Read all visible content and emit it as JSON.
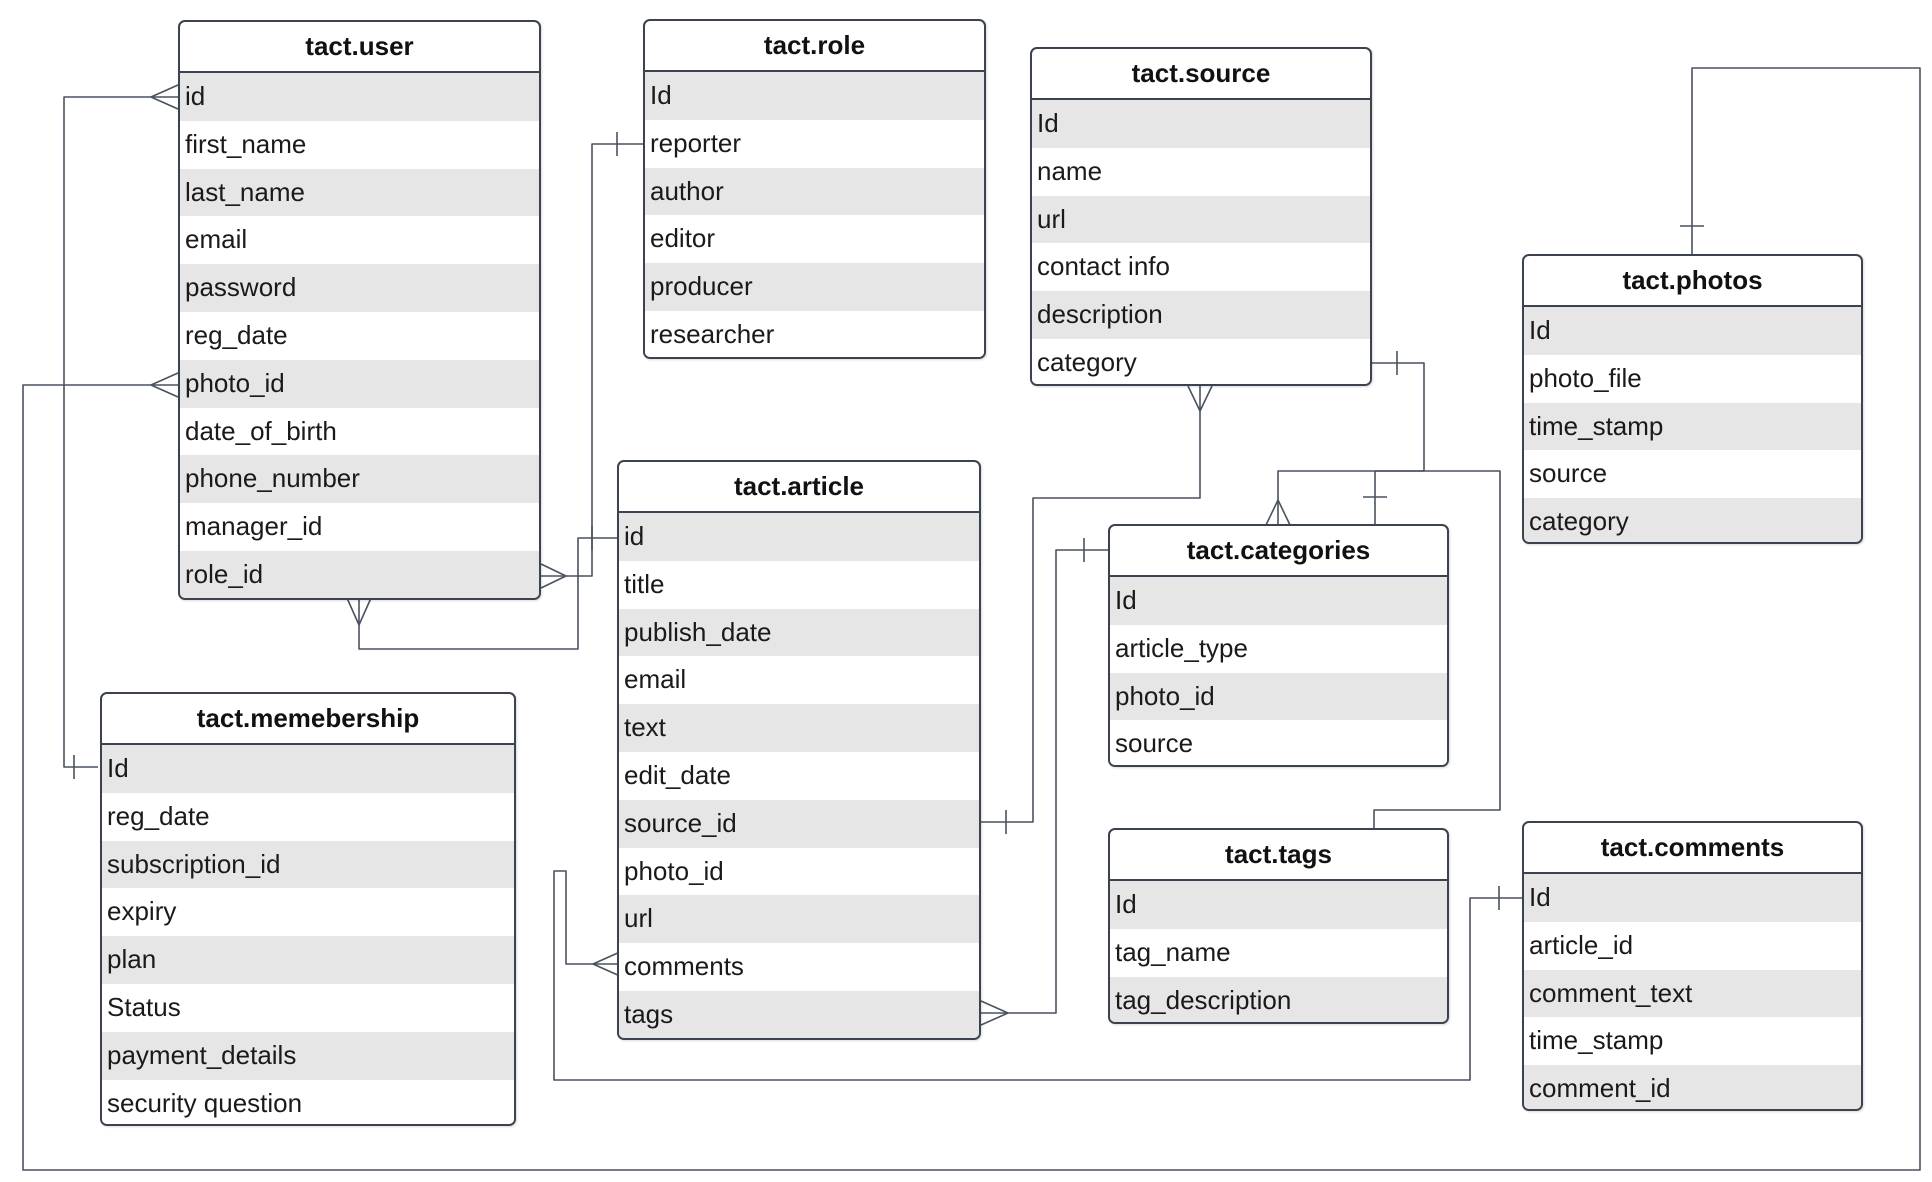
{
  "diagram": {
    "colors": {
      "line": "#4a5260",
      "row_alt": "#e6e6e6",
      "border": "#3b4350"
    },
    "entities": [
      {
        "id": "user",
        "title": "tact.user",
        "fields": [
          "id",
          "first_name",
          "last_name",
          "email",
          "password",
          "reg_date",
          "photo_id",
          "date_of_birth",
          "phone_number",
          "manager_id",
          "role_id"
        ]
      },
      {
        "id": "role",
        "title": "tact.role",
        "fields": [
          "Id",
          "reporter",
          "author",
          "editor",
          "producer",
          "researcher"
        ]
      },
      {
        "id": "source",
        "title": "tact.source",
        "fields": [
          "Id",
          "name",
          "url",
          "contact info",
          "description",
          "category"
        ]
      },
      {
        "id": "photos",
        "title": "tact.photos",
        "fields": [
          "Id",
          "photo_file",
          "time_stamp",
          "source",
          "category"
        ]
      },
      {
        "id": "article",
        "title": "tact.article",
        "fields": [
          "id",
          "title",
          "publish_date",
          "email",
          "text",
          "edit_date",
          "source_id",
          "photo_id",
          "url",
          "comments",
          "tags"
        ]
      },
      {
        "id": "categories",
        "title": "tact.categories",
        "fields": [
          "Id",
          "article_type",
          "photo_id",
          "source"
        ]
      },
      {
        "id": "membership",
        "title": "tact.memebership",
        "fields": [
          "Id",
          "reg_date",
          "subscription_id",
          "expiry",
          "plan",
          "Status",
          "payment_details",
          "security question"
        ]
      },
      {
        "id": "tags",
        "title": "tact.tags",
        "fields": [
          "Id",
          "tag_name",
          "tag_description"
        ]
      },
      {
        "id": "comments",
        "title": "tact.comments",
        "fields": [
          "Id",
          "article_id",
          "comment_text",
          "time_stamp",
          "comment_id"
        ]
      }
    ]
  }
}
